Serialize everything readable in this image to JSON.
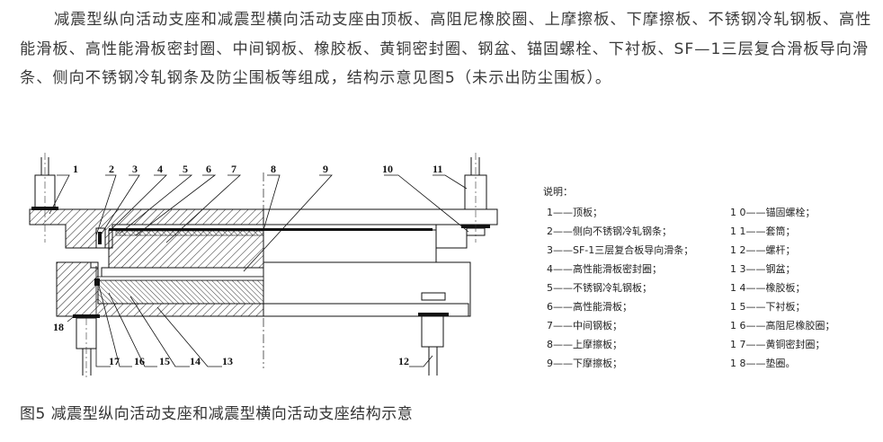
{
  "paragraph": "减震型纵向活动支座和减震型横向活动支座由顶板、高阻尼橡胶圈、上摩擦板、下摩擦板、不锈钢冷轧钢板、高性能滑板、高性能滑板密封圈、中间钢板、橡胶板、黄铜密封圈、钢盆、锚固螺栓、下衬板、SF—1三层复合滑板导向滑条、侧向不锈钢冷轧钢条及防尘围板等组成，结构示意见图5（未示出防尘围板）。",
  "figure": {
    "part_numbers_top": [
      "1",
      "2",
      "3",
      "4",
      "5",
      "6",
      "7",
      "8",
      "9",
      "10",
      "11"
    ],
    "part_numbers_bottom": [
      "18",
      "17",
      "16",
      "15",
      "14",
      "13",
      "12"
    ]
  },
  "legend": {
    "title": "说明：",
    "left": [
      "1——顶板；",
      "2——侧向不锈钢冷轧钢条；",
      "3——SF-1三层复合板导向滑条；",
      "4——高性能滑板密封圈；",
      "5——不锈钢冷轧钢板；",
      "6——高性能滑板；",
      "7——中间钢板；",
      "8——上摩擦板；",
      "9——下摩擦板；"
    ],
    "right": [
      "1 0——锚固螺栓；",
      "1 1——套筒；",
      "1 2——螺杆；",
      "1 3——钢盆；",
      "1 4——橡胶板；",
      "1 5——下衬板；",
      "1 6——高阻尼橡胶圈；",
      "1 7——黄铜密封圈；",
      "1 8——垫圈。"
    ]
  },
  "caption": "图5 减震型纵向活动支座和减震型横向活动支座结构示意"
}
